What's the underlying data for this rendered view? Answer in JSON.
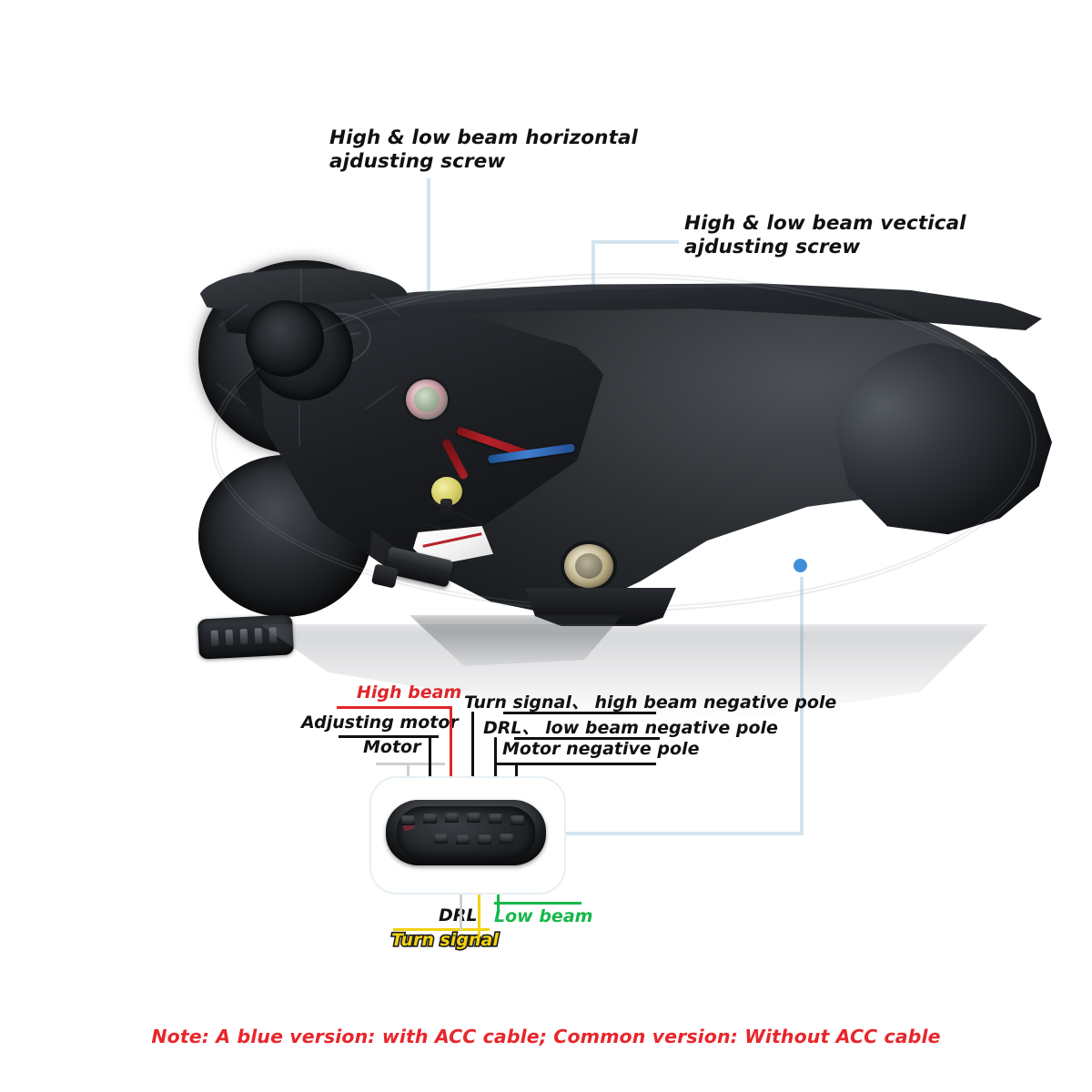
{
  "diagram": {
    "title_callouts": [
      {
        "id": "horizontal_screw",
        "text": "High & low beam horizontal\najdusting screw"
      },
      {
        "id": "vertical_screw",
        "text": "High & low beam vectical\najdusting screw"
      }
    ],
    "leader_color": "#d3e4ee",
    "marker_color": "#3f8fd8"
  },
  "pinout": {
    "labels": {
      "high_beam": "High beam",
      "adjusting_motor": "Adjusting motor",
      "motor": "Motor",
      "turn_signal_high_beam_neg": "Turn signal、 high beam negative pole",
      "drl_low_beam_neg": "DRL、 low beam negative pole",
      "motor_neg": "Motor negative pole",
      "drl": "DRL",
      "turn_signal": "Turn signal",
      "low_beam": "Low beam"
    },
    "wire_colors": {
      "high_beam": "#e0262b",
      "adjusting_motor": "#111111",
      "motor": "#cfcfcf",
      "turn_signal_high_beam_neg": "#111111",
      "drl_low_beam_neg": "#111111",
      "motor_neg": "#111111",
      "drl": "#cfcfcf",
      "turn_signal": "#f2d211",
      "low_beam": "#15b84a"
    },
    "pin_count": 6
  },
  "components": {
    "horizontal_adjusting_screw": "horizontal-adjusting-screw",
    "vertical_adjusting_screw": "vertical-adjusting-screw",
    "housing_socket": "housing-connector-socket",
    "low_beam_reflector": "low-beam-reflector-bowl",
    "high_beam_reflector": "high-beam-reflector-bowl",
    "wiring_harness": "wiring-harness",
    "bulb_holder": "bulb-holder"
  },
  "footer": {
    "note": "Note: A blue version: with ACC cable; Common version: Without ACC cable",
    "color": "#e8262c"
  }
}
